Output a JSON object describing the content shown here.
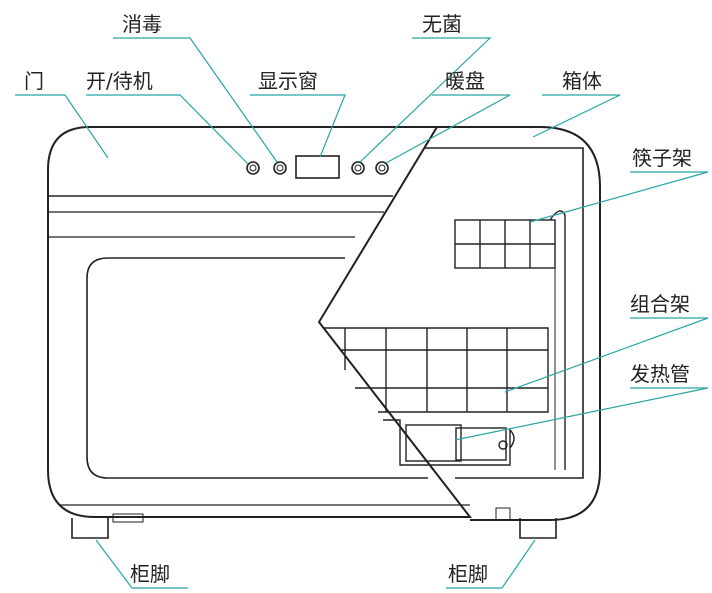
{
  "labels": {
    "door": "门",
    "power": "开/待机",
    "disinfect": "消毒",
    "display": "显示窗",
    "sterile": "无菌",
    "warm_plate": "暖盘",
    "cabinet": "箱体",
    "chopstick_rack": "筷子架",
    "combo_rack": "组合架",
    "heating_tube": "发热管",
    "foot_left": "柜脚",
    "foot_right": "柜脚"
  },
  "colors": {
    "outline": "#222222",
    "leader": "#2aa5a3"
  }
}
